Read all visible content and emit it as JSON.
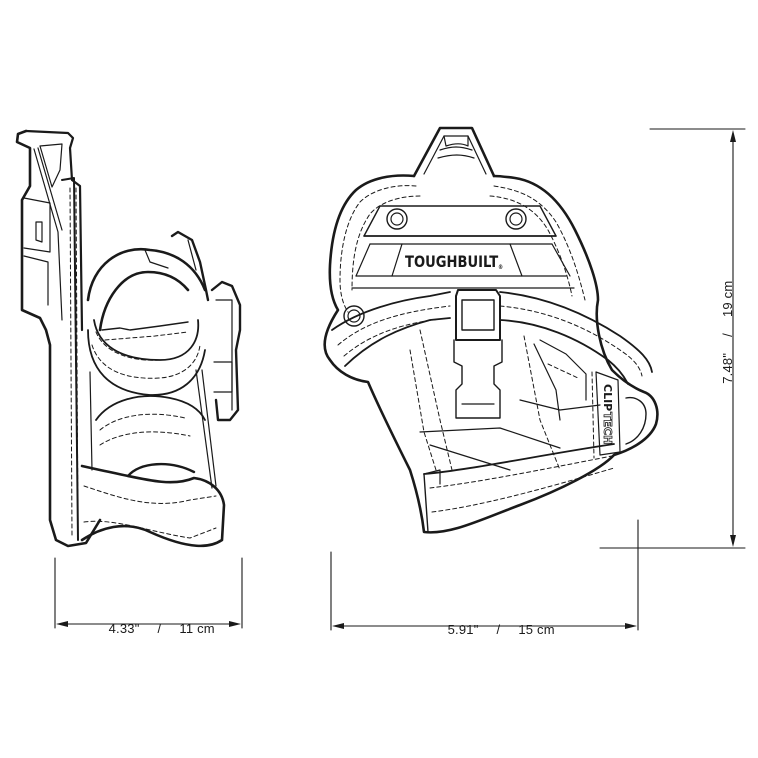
{
  "diagram": {
    "title": "Tool holster dimension drawing",
    "brand_label": "TOUGHBUILT",
    "brand_mark": "®",
    "clip_label_bold": "CLIP",
    "clip_label_outline": "TECH",
    "line_color": "#1a1a1a",
    "background": "#ffffff"
  },
  "views": [
    {
      "name": "side-view",
      "description": "Side profile of holster with belt clip"
    },
    {
      "name": "front-view",
      "description": "Front view of holster with buckle strap"
    }
  ],
  "dimensions": {
    "depth": {
      "imperial": "4.33\"",
      "separator": "/",
      "metric": "11 cm",
      "label": "4.33\"   /   11 cm"
    },
    "width": {
      "imperial": "5.91\"",
      "separator": "/",
      "metric": "15 cm",
      "label": "5.91\"   /   15 cm"
    },
    "height": {
      "imperial": "7.48\"",
      "separator": "/",
      "metric": "19 cm",
      "label": "7.48\"   /   19 cm"
    }
  }
}
